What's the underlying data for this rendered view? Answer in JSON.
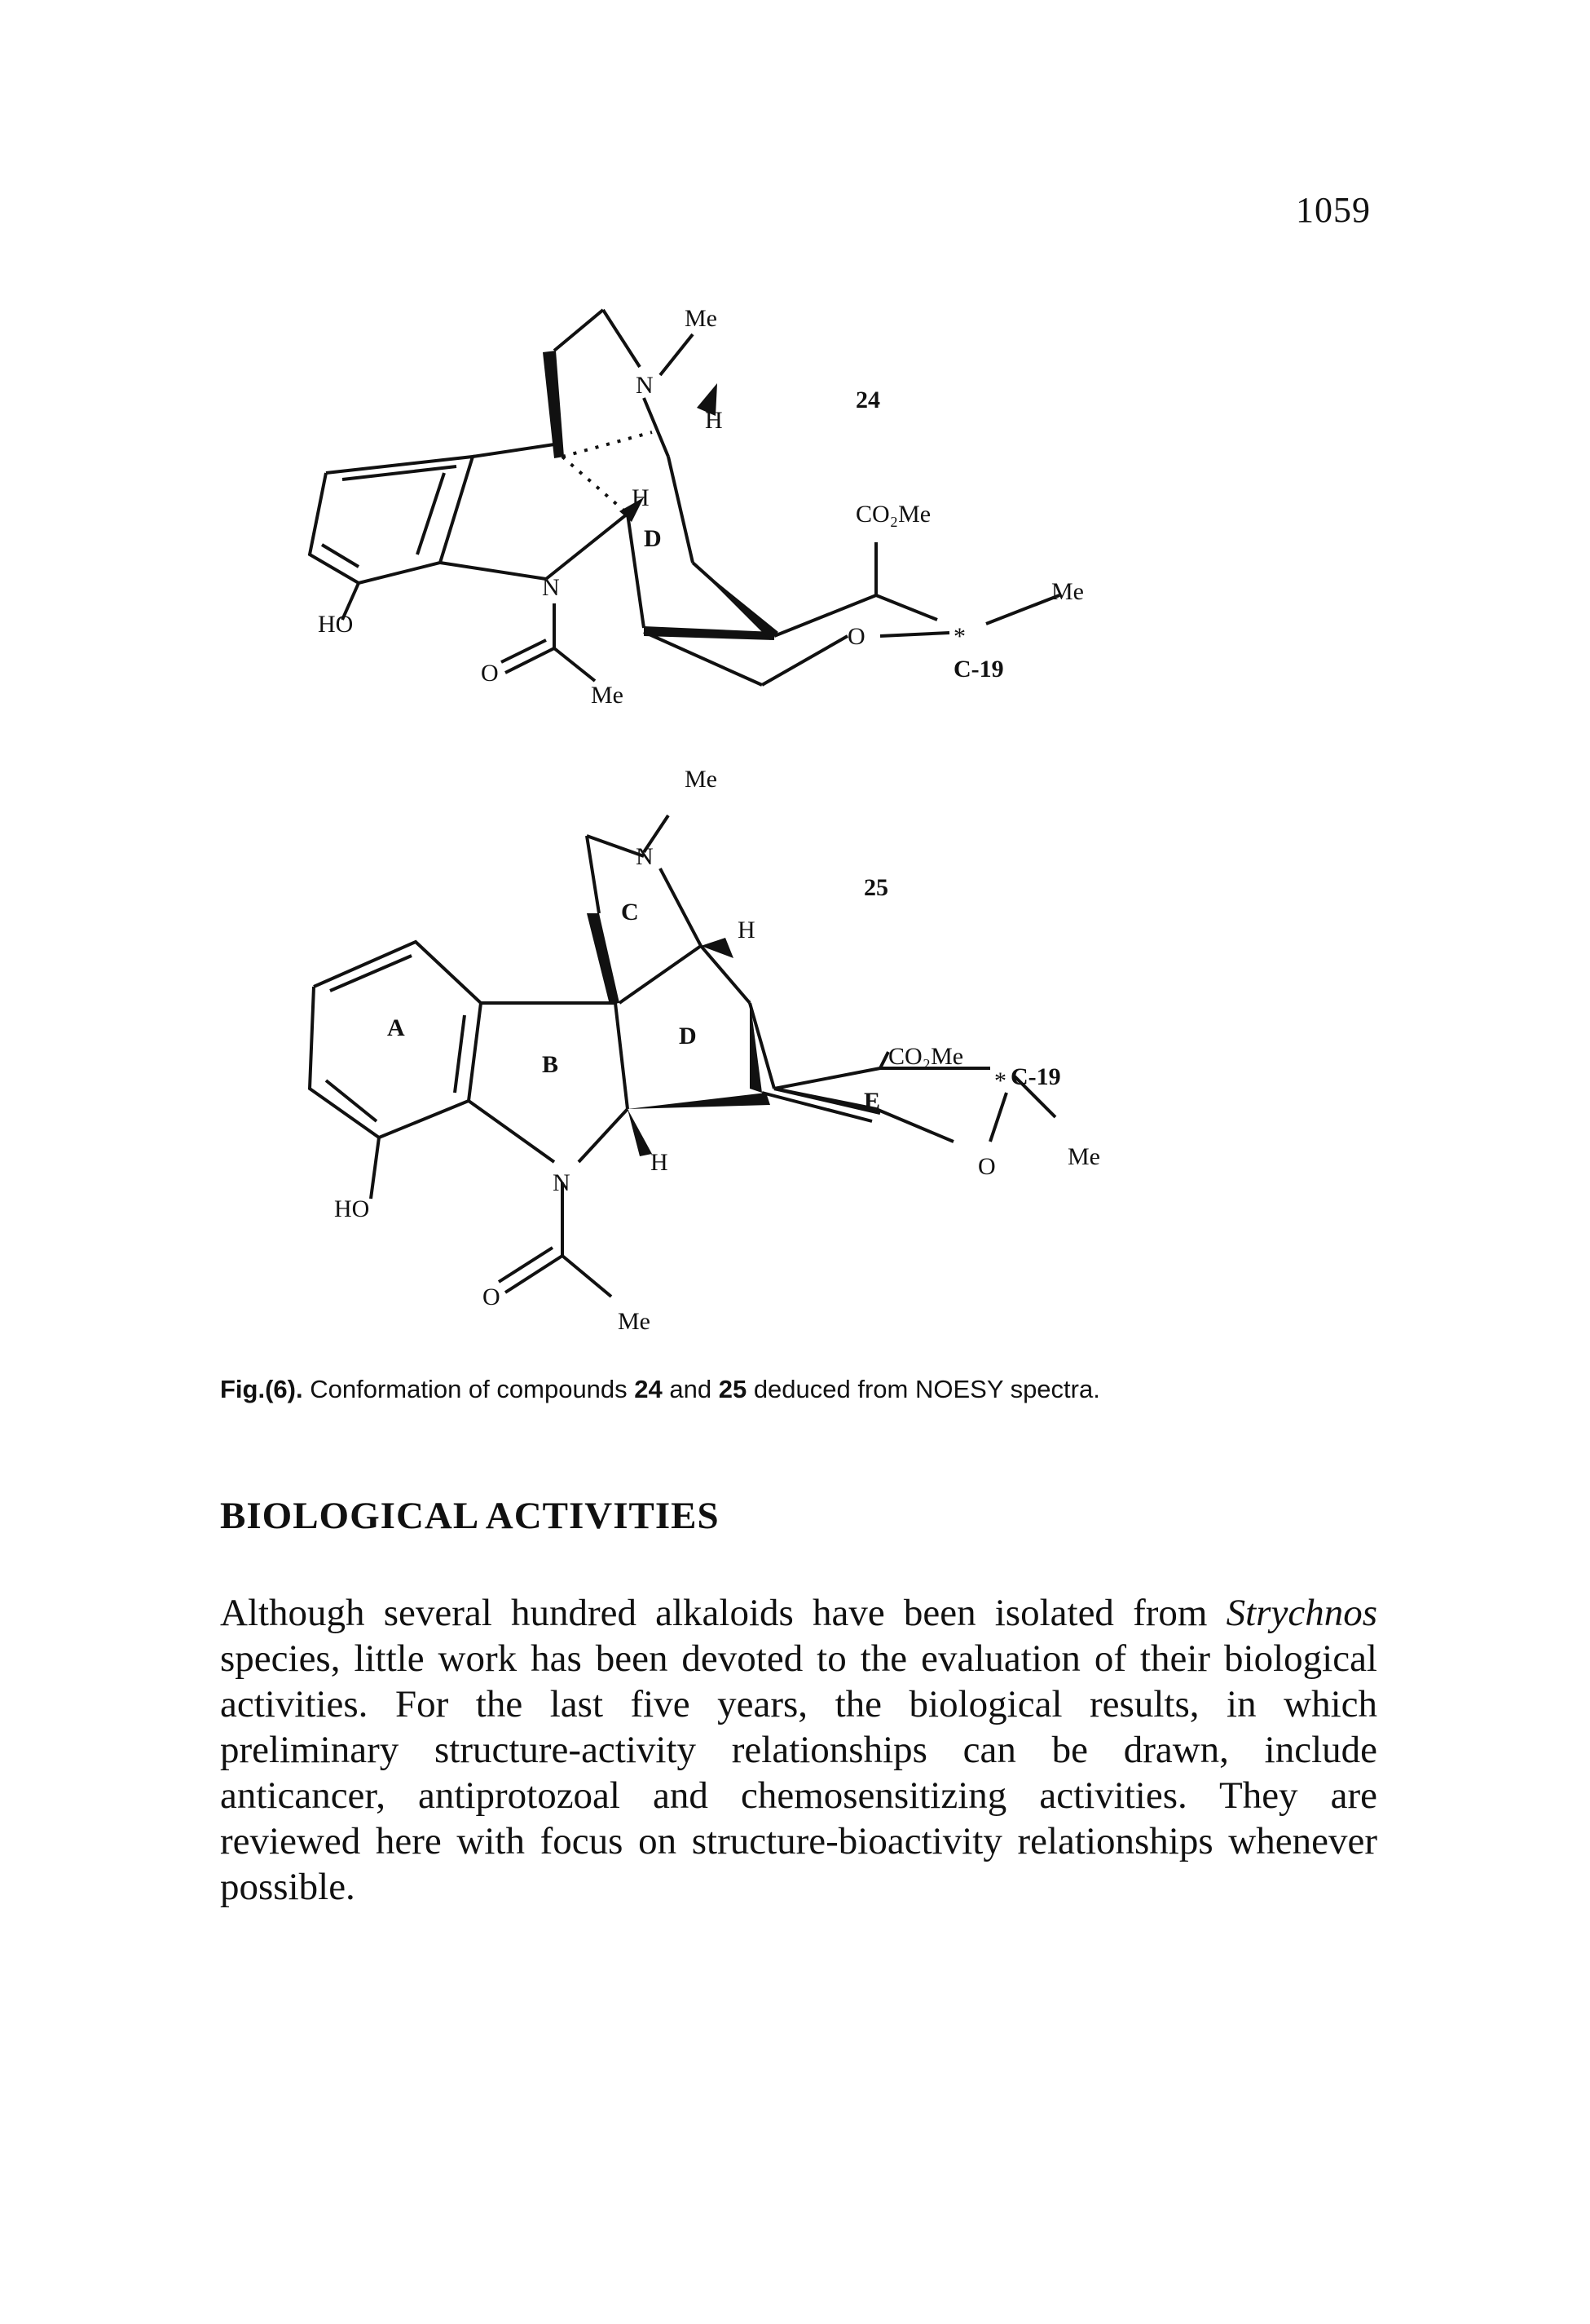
{
  "page": {
    "number": "1059"
  },
  "figure": {
    "compound_24": {
      "label": "24",
      "atoms": {
        "me_top": "Me",
        "n": "N",
        "h_bridge": "H",
        "h_d": "H",
        "ring_d": "D",
        "co2me": "CO₂Me",
        "me_right": "Me",
        "o_ring": "O",
        "star": "*",
        "c19": "C-19",
        "ho": "HO",
        "n_indole": "N",
        "o_acyl": "O",
        "me_acyl": "Me"
      }
    },
    "compound_25": {
      "label": "25",
      "atoms": {
        "me_top": "Me",
        "n": "N",
        "ring_c": "C",
        "h_top": "H",
        "ring_a": "A",
        "ring_b": "B",
        "ring_d": "D",
        "co2me": "CO₂Me",
        "c19": "C-19",
        "star": "*",
        "ring_e": "E",
        "me_right": "Me",
        "o_ring": "O",
        "h_bottom": "H",
        "n_indole": "N",
        "ho": "HO",
        "o_acyl": "O",
        "me_acyl": "Me"
      }
    },
    "caption": {
      "prefix": "Fig.(6).",
      "text_1": " Conformation of compounds ",
      "c24": "24",
      "text_2": " and ",
      "c25": "25",
      "text_3": " deduced from NOESY spectra."
    }
  },
  "section": {
    "heading": "BIOLOGICAL ACTIVITIES",
    "lines": [
      "Although several hundred alkaloids have been isolated from",
      "species, little work has been devoted to the evaluation of their biological",
      "activities. For the last five years, the biological results, in which",
      "preliminary structure-activity relationships can be drawn, include",
      "anticancer, antiprotozoal and chemosensitizing activities. They are",
      "reviewed here with focus on structure-bioactivity relationships whenever",
      "possible."
    ],
    "italic_term": "Strychnos"
  }
}
